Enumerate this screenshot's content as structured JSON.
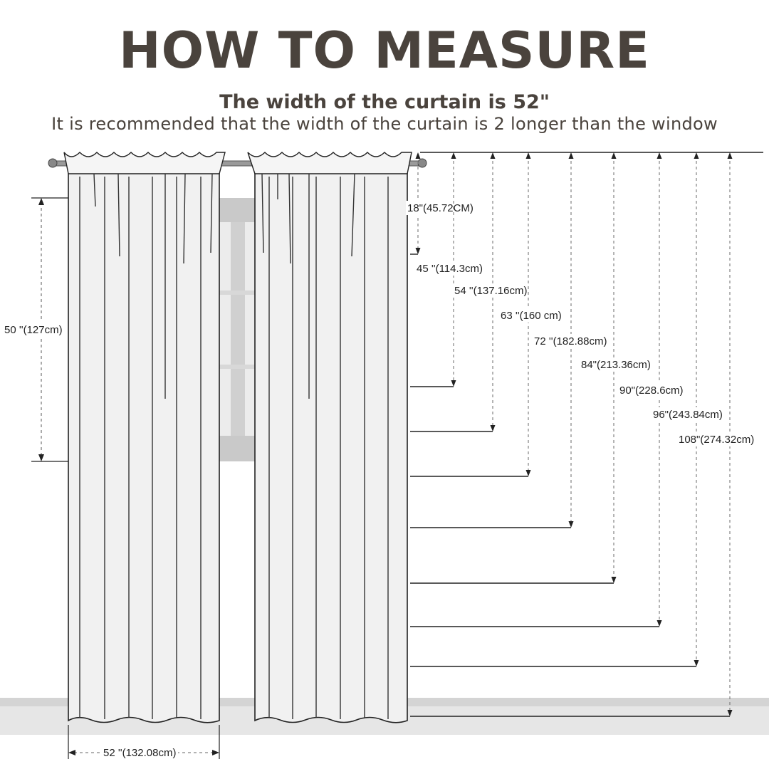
{
  "header": {
    "title": "HOW TO MEASURE",
    "subtitle": "The width of the curtain is 52\"",
    "note": "It is recommended that the width of the curtain is 2 longer than the window"
  },
  "measurements": {
    "width_label": "52 ''(132.08cm)",
    "height_label": "50 ''(127cm)",
    "lengths": [
      {
        "label": "18\"(45.72CM)",
        "inches": 18
      },
      {
        "label": "45 ''(114.3cm)",
        "inches": 45
      },
      {
        "label": "54 ''(137.16cm)",
        "inches": 54
      },
      {
        "label": "63 ''(160 cm)",
        "inches": 63
      },
      {
        "label": "72 ''(182.88cm)",
        "inches": 72
      },
      {
        "label": "84\"(213.36cm)",
        "inches": 84
      },
      {
        "label": "90\"(228.6cm)",
        "inches": 90
      },
      {
        "label": "96\"(243.84cm)",
        "inches": 96
      },
      {
        "label": "108\"(274.32cm)",
        "inches": 108
      }
    ]
  }
}
